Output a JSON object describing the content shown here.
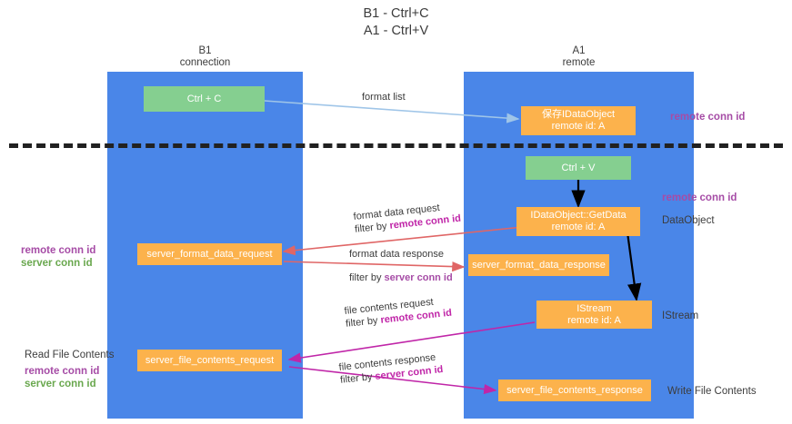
{
  "title": {
    "line1": "B1 - Ctrl+C",
    "line2": "A1 - Ctrl+V"
  },
  "columns": [
    {
      "name": "B1",
      "sub": "connection"
    },
    {
      "name": "A1",
      "sub": "remote"
    }
  ],
  "colors": {
    "lane": "#4a86e8",
    "node_orange": "#fcb24c",
    "node_green": "#85cf90",
    "divider": "#212121",
    "purple": "#a64ca6",
    "green_text": "#6aa84f",
    "magenta": "#c026a8",
    "arrow_blue": "#9fc5e8",
    "arrow_red": "#e06666",
    "arrow_black": "#000000",
    "arrow_magenta": "#c026a8"
  },
  "nodes": {
    "ctrl_c": {
      "label": "Ctrl + C",
      "sub": ""
    },
    "save_idataobject": {
      "label": "保存IDataObject",
      "sub": "remote id: A"
    },
    "ctrl_v": {
      "label": "Ctrl + V",
      "sub": ""
    },
    "getdata": {
      "label": "IDataObject::GetData",
      "sub": "remote id: A"
    },
    "server_format_data_request": {
      "label": "server_format_data_request",
      "sub": ""
    },
    "server_format_data_response": {
      "label": "server_format_data_response",
      "sub": ""
    },
    "istream": {
      "label": "IStream",
      "sub": "remote id: A"
    },
    "server_file_contents_request": {
      "label": "server_file_contents_request",
      "sub": ""
    },
    "server_file_contents_response": {
      "label": "server_file_contents_response",
      "sub": ""
    }
  },
  "edge_labels": {
    "format_list": "format list",
    "format_data_request": "format data request",
    "format_data_request_filter_prefix": "filter by ",
    "format_data_request_filter_key": "remote conn id",
    "format_data_response": "format data response",
    "format_data_response_filter_prefix": "filter by ",
    "format_data_response_filter_key": "server conn id",
    "file_contents_request": "file contents request",
    "file_contents_request_filter_prefix": "filter by ",
    "file_contents_request_filter_key": "remote conn id",
    "file_contents_response": "file contents response",
    "file_contents_response_filter_prefix": "filter by ",
    "file_contents_response_filter_key": "server conn id"
  },
  "side_labels": {
    "right_remote_conn_id_top": "remote conn id",
    "right_remote_conn_id_mid": "remote conn id",
    "right_dataobject": "DataObject",
    "right_istream": "IStream",
    "right_write_file_contents": "Write File Contents",
    "left_remote_conn_id_mid": "remote conn id",
    "left_server_conn_id_mid": "server conn id",
    "left_read_file_contents": "Read File Contents",
    "left_remote_conn_id_bottom": "remote conn id",
    "left_server_conn_id_bottom": "server conn id"
  }
}
